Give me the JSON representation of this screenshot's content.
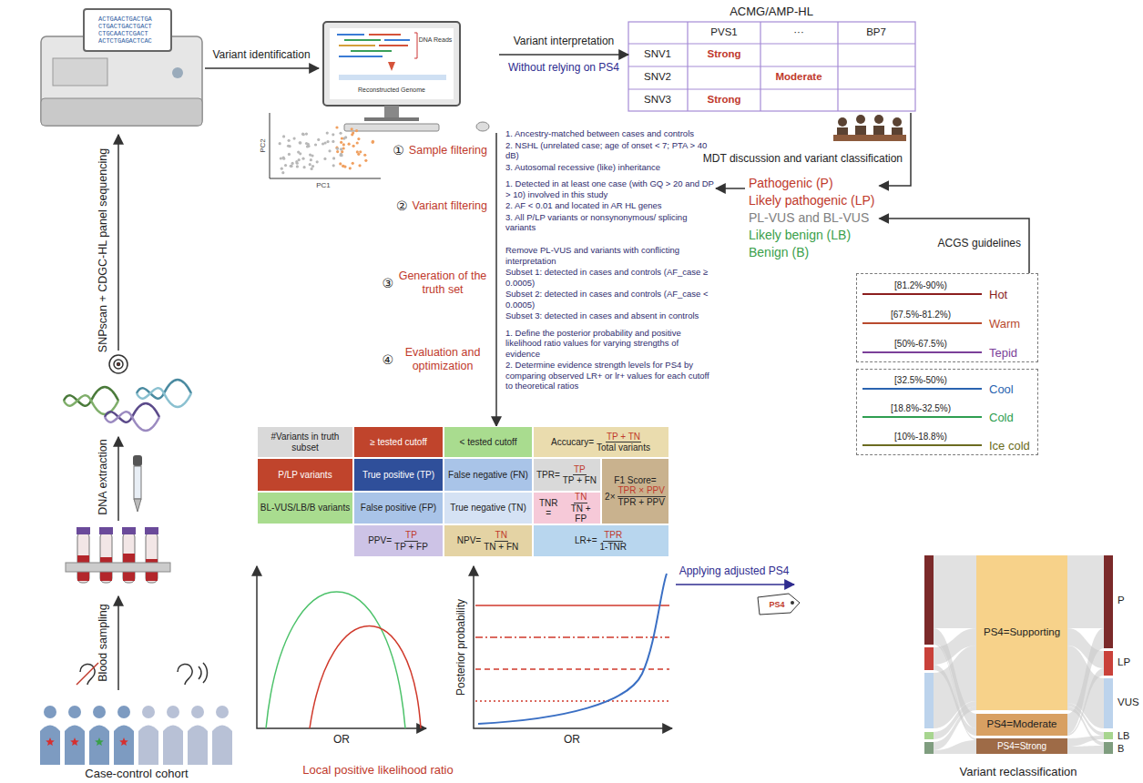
{
  "diagram": {
    "nodes": [
      {
        "text": [
          "ACTGAACTGACTGA CTGACTGACTGACT CTGCAACTCGACT ACTCTGAGACTCAC"
        ]
      },
      {
        "text": [
          "DNA Reads",
          "Reconstructed Genome"
        ]
      },
      {
        "text": [
          "ACMG/AMP-HL",
          "PVS1",
          "···",
          "BP7",
          "SNV1",
          "Strong",
          "SNV2",
          "Moderate",
          "SNV3",
          "Strong"
        ]
      },
      {
        "text": [
          "Pathogenic (P)",
          "Likely pathogenic (LP)",
          "PL-VUS and BL-VUS",
          "Likely benign (LB)",
          "Benign (B)"
        ]
      },
      {
        "text": [
          "[81.2%-90%)",
          "Hot",
          "[67.5%-81.2%)",
          "Warm",
          "[50%-67.5%)",
          "Tepid"
        ]
      },
      {
        "text": [
          "[32.5%-50%)",
          "Cool",
          "[18.8%-32.5%)",
          "Cold",
          "[10%-18.8%)",
          "Ice cold"
        ]
      },
      {
        "text": [
          "①",
          "Sample filtering",
          "1. Ancestry-matched between cases and controls",
          "2. NSHL (unrelated case; age of onset < 7; PTA > 40 dB)",
          "3. Autosomal recessive (like) inheritance"
        ]
      },
      {
        "text": [
          "②",
          "Variant filtering",
          "1. Detected in at least one case (with GQ > 20 and DP > 10) involved in this study",
          "2. AF < 0.01 and located in AR HL genes",
          "3. All P/LP variants or nonsynonymous/ splicing variants"
        ]
      },
      {
        "text": [
          "③",
          "Generation of the truth set",
          "Remove PL-VUS and variants with conflicting interpretation",
          "Subset 1: detected in cases and controls (AF_case ≥ 0.0005)",
          "Subset 2: detected in cases and controls (AF_case < 0.0005)",
          "Subset 3: detected in cases and absent in controls"
        ]
      },
      {
        "text": [
          "④",
          "Evaluation and optimization",
          "1. Define the posterior probability and positive likelihood ratio values for varying strengths of evidence",
          "2. Determine evidence strength levels for PS4 by comparing observed LR+ or lr+ values for each cutoff to theoretical ratios"
        ]
      },
      {
        "text": [
          "#Variants in truth subset"
        ]
      },
      {
        "text": [
          "≥ tested cutoff"
        ]
      },
      {
        "text": [
          "< tested cutoff"
        ]
      },
      {
        "text": [
          "Accucary=",
          "TP + TN",
          "Total variants"
        ]
      },
      {
        "text": [
          "P/LP variants"
        ]
      },
      {
        "text": [
          "True positive (TP)"
        ]
      },
      {
        "text": [
          "False negative (FN)"
        ]
      },
      {
        "text": [
          "TPR=",
          "TP",
          "TP + FN"
        ]
      },
      {
        "text": [
          "F1 Score=",
          "2×",
          "TPR × PPV",
          "TPR + PPV"
        ]
      },
      {
        "text": [
          "BL-VUS/LB/B variants"
        ]
      },
      {
        "text": [
          "False positive (FP)"
        ]
      },
      {
        "text": [
          "True negative (TN)"
        ]
      },
      {
        "text": [
          "TNR =",
          "TN",
          "TN + FP"
        ]
      },
      {
        "text": [
          "PPV=",
          "TP",
          "TP + FP"
        ]
      },
      {
        "text": [
          "NPV=",
          "TN",
          "TN + FN"
        ]
      },
      {
        "text": [
          "LR+=",
          "TPR",
          "1-TNR"
        ]
      }
    ],
    "edges": [
      {
        "from": 0,
        "to": 1,
        "label": "Variant identification",
        "arrow": "to"
      },
      {
        "from": 1,
        "to": 2,
        "label": "Variant interpretation",
        "arrow": "to"
      },
      {
        "from": 2,
        "to": 3,
        "arrow": "to"
      },
      {
        "from": 4,
        "to": 3,
        "label": "ACGS guidelines",
        "arrow": "to"
      },
      {
        "from": 3,
        "to": 7,
        "arrow": "to"
      },
      {
        "from": 1,
        "to": 12,
        "arrow": "to"
      }
    ],
    "labels": [
      "Without relying on PS4",
      "SNPscan + CDGC-HL panel sequencing",
      "DNA extraction",
      "Blood sampling",
      "Case-control cohort",
      "PC2",
      "PC1",
      "MDT discussion and variant classification",
      "OR",
      "Posterior probability",
      "OR",
      "Local positive likelihood ratio",
      "Applying adjusted PS4",
      "PS4",
      "PS4=Supporting",
      "PS4=Moderate",
      "PS4=Strong",
      "P",
      "LP",
      "VUS",
      "LB",
      "B",
      "Variant reclassification"
    ]
  }
}
